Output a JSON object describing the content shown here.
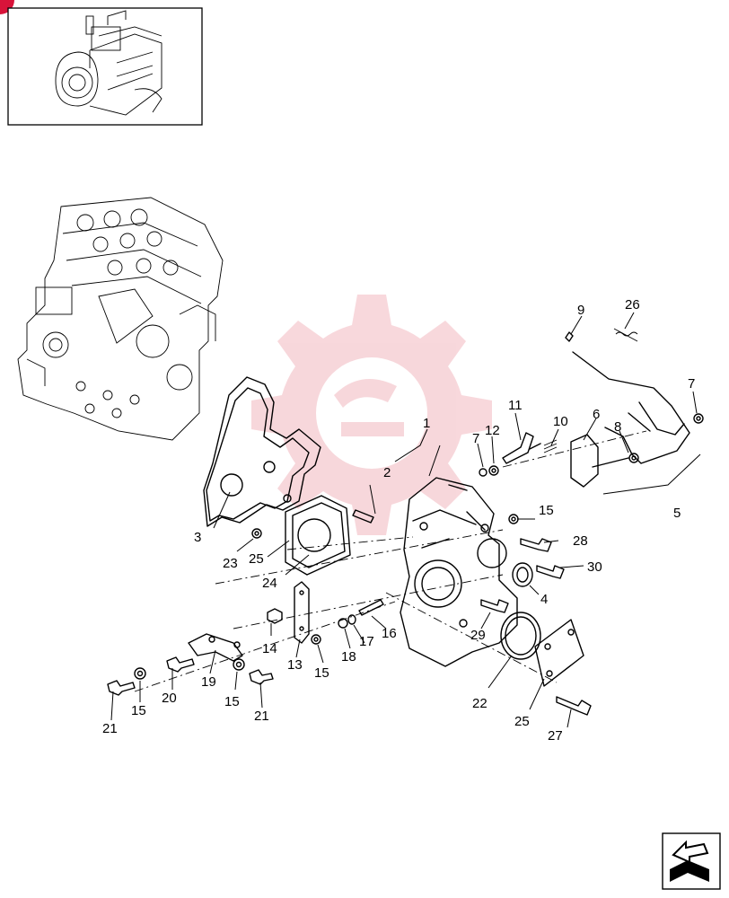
{
  "diagram": {
    "callouts": [
      {
        "id": "c1",
        "text": "1"
      },
      {
        "id": "c2",
        "text": "2"
      },
      {
        "id": "c3",
        "text": "3"
      },
      {
        "id": "c4",
        "text": "4"
      },
      {
        "id": "c5",
        "text": "5"
      },
      {
        "id": "c6",
        "text": "6"
      },
      {
        "id": "c7a",
        "text": "7"
      },
      {
        "id": "c7b",
        "text": "7"
      },
      {
        "id": "c8",
        "text": "8"
      },
      {
        "id": "c9",
        "text": "9"
      },
      {
        "id": "c10",
        "text": "10"
      },
      {
        "id": "c11",
        "text": "11"
      },
      {
        "id": "c12",
        "text": "12"
      },
      {
        "id": "c13",
        "text": "13"
      },
      {
        "id": "c14",
        "text": "14"
      },
      {
        "id": "c15a",
        "text": "15"
      },
      {
        "id": "c15b",
        "text": "15"
      },
      {
        "id": "c15c",
        "text": "15"
      },
      {
        "id": "c15d",
        "text": "15"
      },
      {
        "id": "c16",
        "text": "16"
      },
      {
        "id": "c17",
        "text": "17"
      },
      {
        "id": "c18",
        "text": "18"
      },
      {
        "id": "c19",
        "text": "19"
      },
      {
        "id": "c20",
        "text": "20"
      },
      {
        "id": "c21a",
        "text": "21"
      },
      {
        "id": "c21b",
        "text": "21"
      },
      {
        "id": "c22",
        "text": "22"
      },
      {
        "id": "c23",
        "text": "23"
      },
      {
        "id": "c24",
        "text": "24"
      },
      {
        "id": "c25a",
        "text": "25"
      },
      {
        "id": "c25b",
        "text": "25"
      },
      {
        "id": "c26",
        "text": "26"
      },
      {
        "id": "c27",
        "text": "27"
      },
      {
        "id": "c28",
        "text": "28"
      },
      {
        "id": "c29",
        "text": "29"
      },
      {
        "id": "c30",
        "text": "30"
      }
    ]
  },
  "colors": {
    "ink": "#000000",
    "badge": "#d8143a",
    "watermark": "#f2b8bf"
  },
  "icons": {
    "thumbnail": "engine-thumbnail-icon",
    "nav": "next-page-arrow-icon",
    "watermark": "gear-watermark-icon"
  }
}
